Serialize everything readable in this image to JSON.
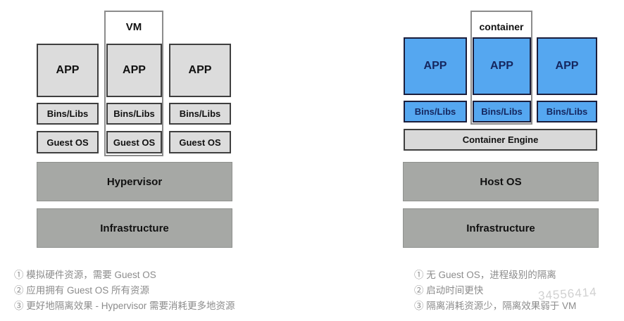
{
  "vm_stack": {
    "outline_label": "VM",
    "columns": [
      {
        "app": "APP",
        "bins": "Bins/Libs",
        "os": "Guest OS"
      },
      {
        "app": "APP",
        "bins": "Bins/Libs",
        "os": "Guest OS"
      },
      {
        "app": "APP",
        "bins": "Bins/Libs",
        "os": "Guest OS"
      }
    ],
    "layers": [
      "Hypervisor",
      "Infrastructure"
    ],
    "notes": [
      "① 模拟硬件资源，需要 Guest OS",
      "② 应用拥有 Guest OS 所有资源",
      "③ 更好地隔离效果 - Hypervisor 需要消耗更多地资源"
    ]
  },
  "container_stack": {
    "outline_label": "container",
    "columns": [
      {
        "app": "APP",
        "bins": "Bins/Libs"
      },
      {
        "app": "APP",
        "bins": "Bins/Libs"
      },
      {
        "app": "APP",
        "bins": "Bins/Libs"
      }
    ],
    "engine": "Container Engine",
    "layers": [
      "Host OS",
      "Infrastructure"
    ],
    "notes": [
      "① 无 Guest OS，进程级别的隔离",
      "② 启动时间更快",
      "③ 隔离消耗资源少，隔离效果弱于 VM"
    ]
  },
  "watermark": "34556414",
  "colors": {
    "app_gray": "#dcdcdc",
    "app_blue": "#55a7f0",
    "layer_gray": "#a6a8a5",
    "engine_gray": "#d9d9d9",
    "blue_text": "#15265e",
    "note_text": "#8c8c8c"
  }
}
